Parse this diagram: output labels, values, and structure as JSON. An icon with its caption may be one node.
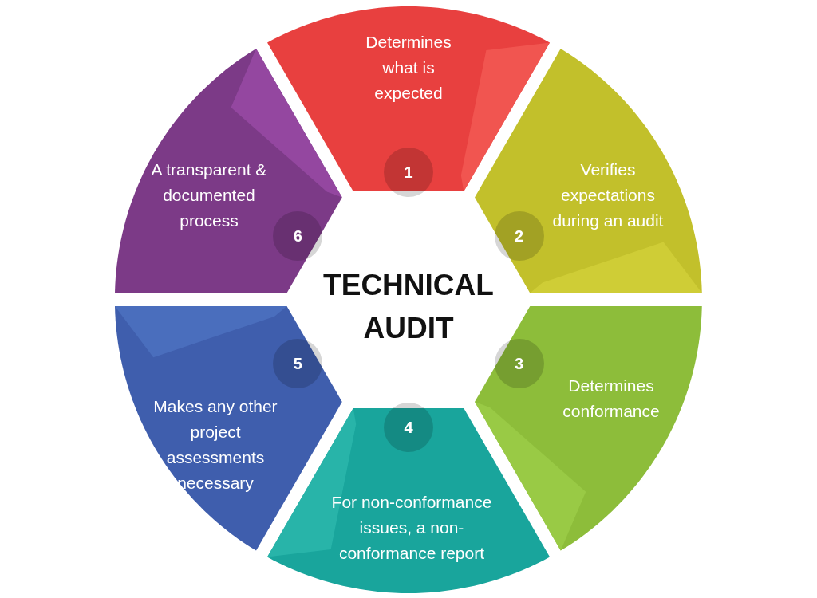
{
  "diagram": {
    "title": "TECHNICAL AUDIT",
    "nodes": [
      {
        "text": [
          "Determines what is expected",
          "1"
        ]
      },
      {
        "text": [
          "Verifies expectations during an audit",
          "2"
        ]
      },
      {
        "text": [
          "Determines conformance",
          "3"
        ]
      },
      {
        "text": [
          "4",
          "For non-conformance issues, a non-conformance report"
        ]
      },
      {
        "text": [
          "5",
          "Makes any other project assessments necessary"
        ]
      },
      {
        "text": [
          "A transparent & documented process",
          "6"
        ]
      }
    ]
  }
}
